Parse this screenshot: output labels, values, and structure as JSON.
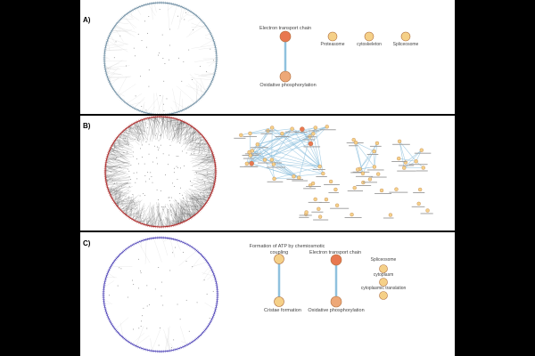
{
  "panels": [
    {
      "label": "A)",
      "circle_color": "#6a8aa0",
      "labels": {
        "etc": "Electron transport chain",
        "ox": "Oxidative phosphorylation",
        "proteasome": "Proteasome",
        "cytoskeleton": "cytoskeleton",
        "spliceosome": "Spliceosome"
      }
    },
    {
      "label": "B)",
      "circle_color": "#b03030"
    },
    {
      "label": "C)",
      "circle_color": "#4a3fb5",
      "labels": {
        "atp1": "Formation of ATP by chemiosmotic",
        "atp2": "coupling",
        "cristae": "Cristae formation",
        "etc": "Electron transport chain",
        "ox": "Oxidative phosphorylation",
        "spliceosome": "Spliceosome",
        "cytoplasm": "cytoplasm",
        "translation": "cytoplasmic translation"
      }
    }
  ],
  "colors": {
    "node_orange": "#e87850",
    "node_light": "#f5d088",
    "node_stroke": "#b07040",
    "edge": "#8fc1de"
  }
}
